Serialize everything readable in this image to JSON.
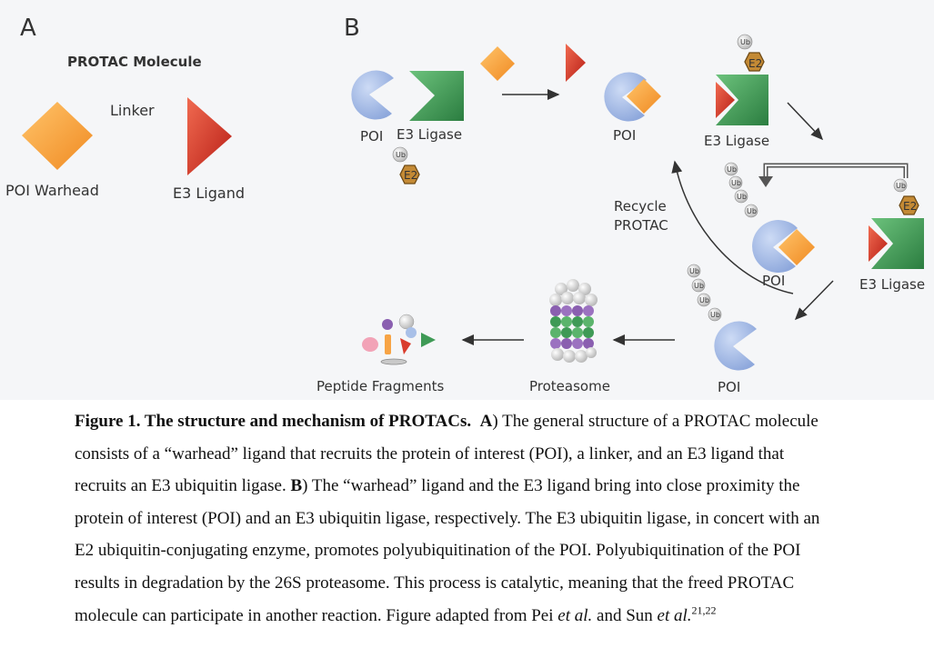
{
  "panel_a": {
    "letter": "A",
    "title": "PROTAC Molecule",
    "linker": "Linker",
    "warhead": "POI Warhead",
    "e3_ligand": "E3 Ligand"
  },
  "panel_b": {
    "letter": "B",
    "poi": "POI",
    "e3_ligase": "E3 Ligase",
    "e2": "E2",
    "ub": "Ub",
    "recycle": [
      "Recycle",
      "PROTAC"
    ],
    "proteasome": "Proteasome",
    "peptide_fragments": "Peptide Fragments"
  },
  "colors": {
    "poi_blue": "#a9c0e8",
    "warhead_orange": "#f7a445",
    "ligand_red": "#d93c2c",
    "ligase_green": "#3f9a56",
    "e2_brown": "#b87a2a",
    "proteasome_purple": "#8a5fb0"
  },
  "caption": {
    "fig_label": "Figure 1. The structure and mechanism of PROTACs.",
    "a_label": "A",
    "a_text": ") The general structure of a PROTAC molecule consists of a “warhead” ligand that recruits the protein of interest (POI), a linker, and an E3 ligand that recruits an E3 ubiquitin ligase.",
    "b_label": "B",
    "b_text": ") The “warhead” ligand and the E3 ligand bring into close proximity the protein of interest (POI) and an E3 ubiquitin ligase, respectively. The E3 ubiquitin ligase, in concert with an E2 ubiquitin-conjugating enzyme, promotes polyubiquitination of the POI. Polyubiquitination of the POI results in degradation by the 26S proteasome. This process is catalytic, meaning that the freed PROTAC molecule can participate in another reaction. Figure adapted from Pei ",
    "et_al_1": "et al.",
    "mid": " and Sun ",
    "et_al_2": "et al.",
    "refs": "21,22"
  }
}
